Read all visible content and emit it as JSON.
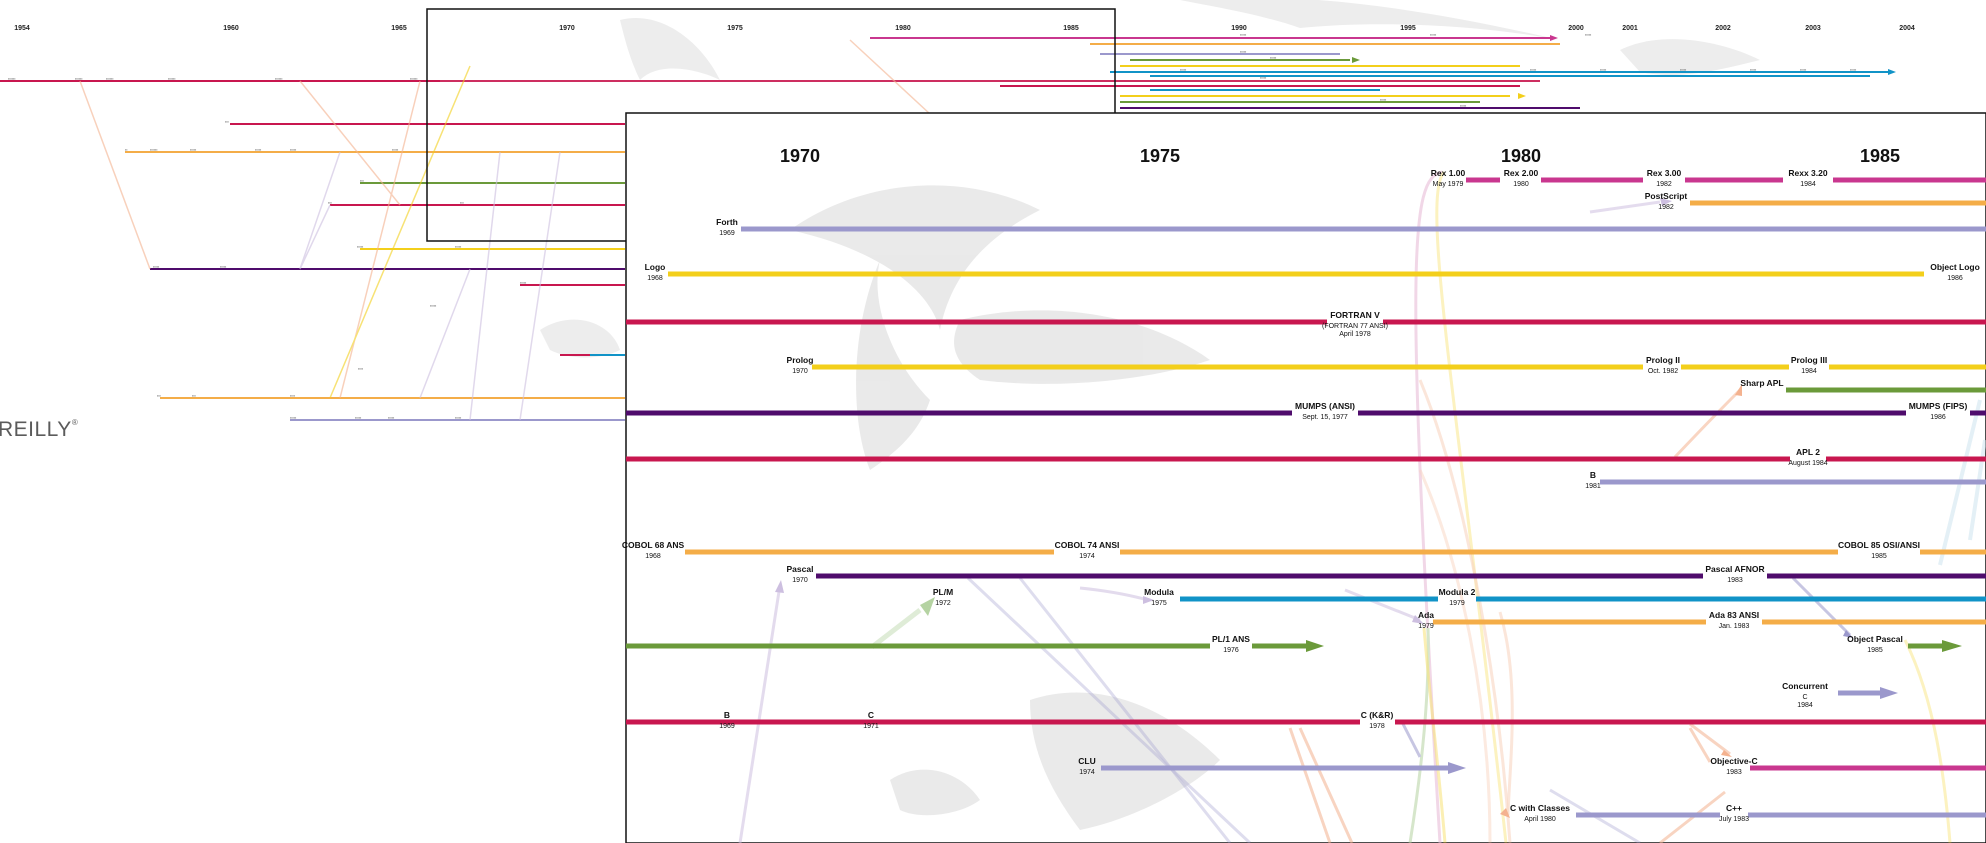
{
  "publisher": "REILLY",
  "overview": {
    "years": [
      "1954",
      "1960",
      "1965",
      "1970",
      "1975",
      "1980",
      "1985",
      "1990",
      "1995",
      "2000",
      "2001",
      "2002",
      "2003",
      "2004"
    ]
  },
  "zoom": {
    "years": [
      "1970",
      "1975",
      "1980",
      "1985"
    ],
    "languages": [
      {
        "id": "rex1",
        "name": "Rex 1.00",
        "date": "May 1979"
      },
      {
        "id": "rex2",
        "name": "Rex 2.00",
        "date": "1980"
      },
      {
        "id": "rex3",
        "name": "Rex 3.00",
        "date": "1982"
      },
      {
        "id": "rexx32",
        "name": "Rexx 3.20",
        "date": "1984"
      },
      {
        "id": "postscript",
        "name": "PostScript",
        "date": "1982"
      },
      {
        "id": "forth",
        "name": "Forth",
        "date": "1969"
      },
      {
        "id": "logo",
        "name": "Logo",
        "date": "1968"
      },
      {
        "id": "objlogo",
        "name": "Object Logo",
        "date": "1986"
      },
      {
        "id": "fortran5",
        "name": "FORTRAN V",
        "date": "(FORTRAN 77 ANSI)",
        "date2": "April 1978"
      },
      {
        "id": "prolog",
        "name": "Prolog",
        "date": "1970"
      },
      {
        "id": "prolog2",
        "name": "Prolog II",
        "date": "Oct. 1982"
      },
      {
        "id": "prolog3",
        "name": "Prolog III",
        "date": "1984"
      },
      {
        "id": "sharpapl",
        "name": "Sharp APL",
        "date": ""
      },
      {
        "id": "mumpsansi",
        "name": "MUMPS (ANSI)",
        "date": "Sept. 15, 1977"
      },
      {
        "id": "mumpsfips",
        "name": "MUMPS (FIPS)",
        "date": "1986"
      },
      {
        "id": "apl2",
        "name": "APL 2",
        "date": "August 1984"
      },
      {
        "id": "b81",
        "name": "B",
        "date": "1981"
      },
      {
        "id": "cobol68",
        "name": "COBOL 68 ANS",
        "date": "1968"
      },
      {
        "id": "cobol74",
        "name": "COBOL 74 ANSI",
        "date": "1974"
      },
      {
        "id": "cobol85",
        "name": "COBOL 85 OSI/ANSI",
        "date": "1985"
      },
      {
        "id": "pascal",
        "name": "Pascal",
        "date": "1970"
      },
      {
        "id": "pascalafnor",
        "name": "Pascal AFNOR",
        "date": "1983"
      },
      {
        "id": "plm",
        "name": "PL/M",
        "date": "1972"
      },
      {
        "id": "modula",
        "name": "Modula",
        "date": "1975"
      },
      {
        "id": "modula2",
        "name": "Modula 2",
        "date": "1979"
      },
      {
        "id": "ada",
        "name": "Ada",
        "date": "1979"
      },
      {
        "id": "ada83",
        "name": "Ada 83 ANSI",
        "date": "Jan. 1983"
      },
      {
        "id": "pl1ans",
        "name": "PL/1 ANS",
        "date": "1976"
      },
      {
        "id": "objpascal",
        "name": "Object Pascal",
        "date": "1985"
      },
      {
        "id": "concc",
        "name": "Concurrent",
        "date": "C",
        "date2": "1984"
      },
      {
        "id": "b69",
        "name": "B",
        "date": "1969"
      },
      {
        "id": "c71",
        "name": "C",
        "date": "1971"
      },
      {
        "id": "ckr",
        "name": "C (K&R)",
        "date": "1978"
      },
      {
        "id": "clu",
        "name": "CLU",
        "date": "1974"
      },
      {
        "id": "objc",
        "name": "Objective-C",
        "date": "1983"
      },
      {
        "id": "cwc",
        "name": "C with Classes",
        "date": "April 1980"
      },
      {
        "id": "cpp",
        "name": "C++",
        "date": "July 1983"
      }
    ]
  },
  "colors": {
    "crimson": "#c8174f",
    "gold": "#f3cf1b",
    "lavender": "#9b98cc",
    "purple": "#4f0c6c",
    "orange": "#f4ad48",
    "green": "#6b9a3a",
    "blue": "#1193c7",
    "magenta": "#c9378f",
    "paleGreen": "#b5d3a2",
    "paleLavender": "#cdbfe0",
    "peach": "#f4b28f"
  }
}
